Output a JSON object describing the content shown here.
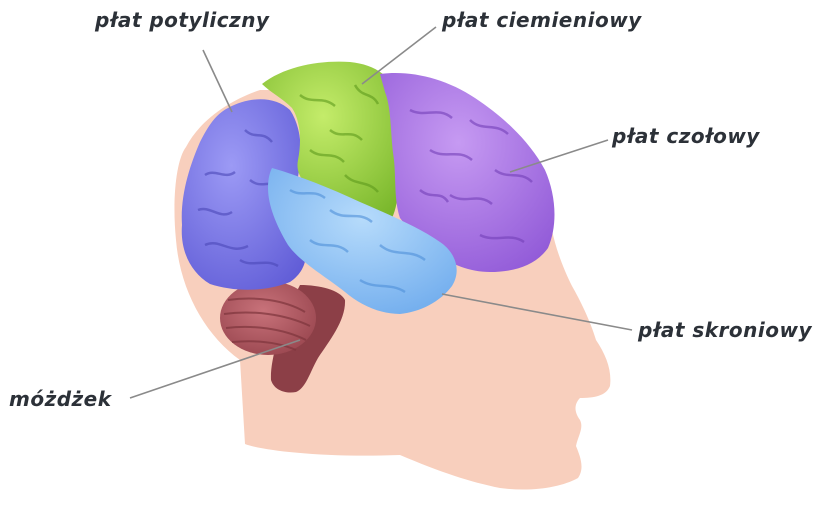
{
  "labels": {
    "occipital": "płat potyliczny",
    "parietal": "płat ciemieniowy",
    "frontal": "płat czołowy",
    "temporal": "płat skroniowy",
    "cerebellum": "móżdżek"
  },
  "colors": {
    "head": "#f8cfbd",
    "occipital": "#7b78e8",
    "parietal": "#9bd23c",
    "frontal": "#a875e6",
    "temporal": "#8cc3f5",
    "cerebellum": "#b0585e",
    "brainstem": "#8c3f47",
    "leader_line": "#8a8a8a",
    "label_text": "#2c3138"
  }
}
